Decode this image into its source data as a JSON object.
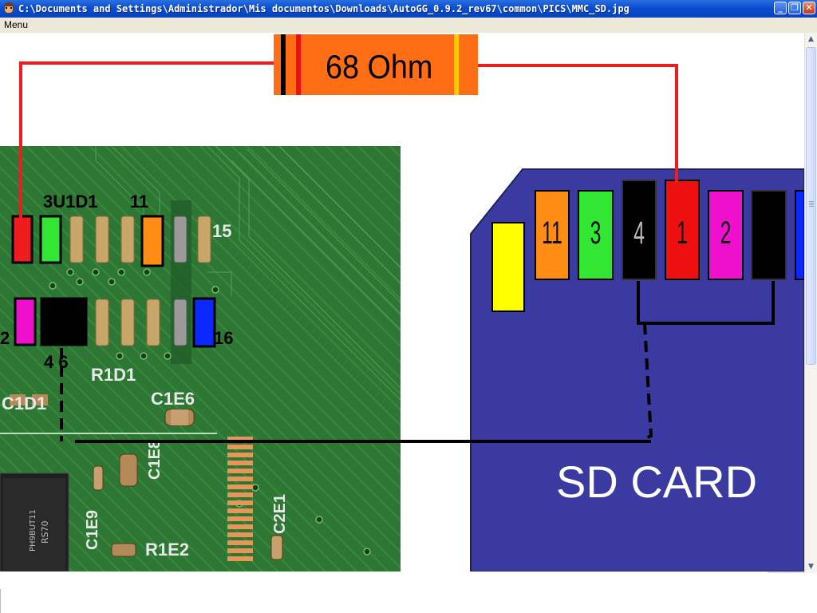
{
  "window": {
    "title": "C:\\Documents and Settings\\Administrador\\Mis documentos\\Downloads\\AutoGG_0.9.2_rev67\\common\\PICS\\MMC_SD.jpg",
    "minimize_glyph": "_",
    "maximize_glyph": "❐",
    "close_glyph": "✕"
  },
  "menu": {
    "items": [
      "Menu"
    ]
  },
  "scrollbar": {
    "up_glyph": "▲",
    "down_glyph": "▼"
  },
  "figure": {
    "resistor_label": "68  Ohm",
    "pcb_labels": {
      "u1d1": "3U1D1",
      "pin11": "11",
      "pin15": "15",
      "pin2": "2",
      "pin16": "16",
      "pin46": "4 6",
      "r1d1": "R1D1",
      "c1d1": "C1D1",
      "c1e6": "C1E6",
      "c1e8": "C1E8",
      "c1e9": "C1E9",
      "c2e1": "C2E1",
      "r1e2": "R1E2",
      "chip": "RS70",
      "chip_code": "PH9BUT11"
    },
    "sd_pins": [
      "11",
      "3",
      "4",
      "1",
      "2"
    ],
    "sd_card_label": "SD CARD",
    "colors": {
      "wire_red": "#ee1c1c",
      "resistor_body": "#ff6e14",
      "pcb_green": "#2f7a35",
      "sd_blue": "#3a3aa0",
      "pin_orange": "#ff8c14",
      "pin_green": "#33e633",
      "pin_black": "#000000",
      "pin_red": "#ee1010",
      "pin_magenta": "#ee10cc",
      "pin_blue": "#0a28ff",
      "pin_yellow": "#ffff00"
    }
  }
}
